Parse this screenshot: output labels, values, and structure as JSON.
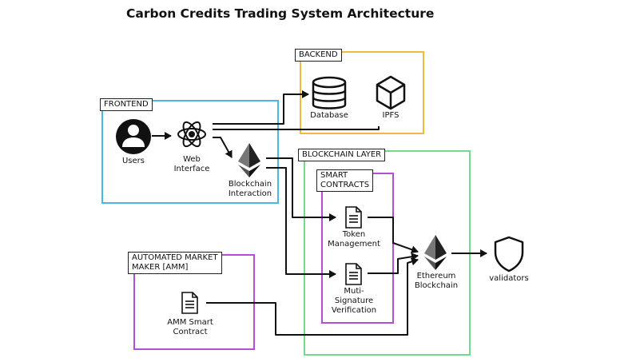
{
  "title": "Carbon Credits Trading System Architecture",
  "colors": {
    "frontend": "#4ab9e0",
    "backend": "#f0b941",
    "blockchain_layer": "#6fdc8c",
    "smart_contracts": "#b34fd6",
    "amm": "#b34fd6",
    "ink": "#111111"
  },
  "groups": {
    "frontend": "FRONTEND",
    "backend": "BACKEND",
    "blockchain_layer": "BLOCKCHAIN LAYER",
    "smart_contracts": "SMART\nCONTRACTS",
    "amm": "AUTOMATED MARKET\nMAKER [AMM]"
  },
  "nodes": {
    "users": {
      "label": "Users",
      "icon": "user-icon"
    },
    "web_interface": {
      "label": "Web\nInterface",
      "icon": "react-atom-icon"
    },
    "blockchain_interaction": {
      "label": "Blockchain\nInteraction",
      "icon": "ethereum-icon"
    },
    "database": {
      "label": "Database",
      "icon": "database-icon"
    },
    "ipfs": {
      "label": "IPFS",
      "icon": "ipfs-cube-icon"
    },
    "token_management": {
      "label": "Token\nManagement",
      "icon": "document-icon"
    },
    "multisig": {
      "label": "Muti-\nSignature\nVerification",
      "icon": "document-icon"
    },
    "ethereum_blockchain": {
      "label": "Ethereum\nBlockchain",
      "icon": "ethereum-icon"
    },
    "validators": {
      "label": "validators",
      "icon": "shield-icon"
    },
    "amm_contract": {
      "label": "AMM Smart\nContract",
      "icon": "document-icon"
    }
  }
}
